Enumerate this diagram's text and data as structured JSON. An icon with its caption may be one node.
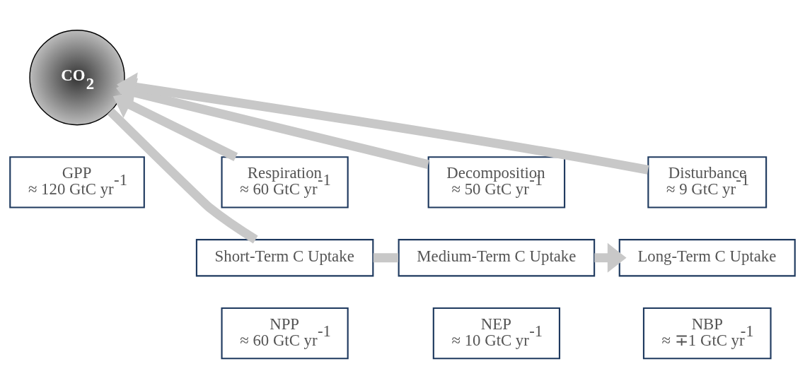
{
  "diagram": {
    "nodes": [
      {
        "text": [
          "CO$_{2}$"
        ]
      },
      {
        "text": [
          "GPP",
          "≈ 120 GtC yr$^{-1}$"
        ]
      },
      {
        "text": [
          "Respiration",
          "≈ 60 GtC yr$^{-1}$"
        ]
      },
      {
        "text": [
          "Decomposition",
          "≈ 50 GtC yr$^{-1}$"
        ]
      },
      {
        "text": [
          "Disturbance",
          "≈ 9 GtC yr$^{-1}$"
        ]
      },
      {
        "text": [
          "Short-Term C Uptake"
        ]
      },
      {
        "text": [
          "Medium-Term C Uptake"
        ]
      },
      {
        "text": [
          "Long-Term C Uptake"
        ]
      },
      {
        "text": [
          "NPP",
          "≈ 60 GtC yr$^{-1}$"
        ]
      },
      {
        "text": [
          "NEP",
          "≈ 10 GtC yr$^{-1}$"
        ]
      },
      {
        "text": [
          "NBP",
          "≈ ∓1 GtC yr$^{-1}$"
        ]
      }
    ],
    "edges": [
      {
        "from": 0,
        "to": 5,
        "arrow": "none"
      },
      {
        "from": 5,
        "to": 6,
        "arrow": "none"
      },
      {
        "from": 6,
        "to": 7,
        "arrow": "to"
      },
      {
        "from": 2,
        "to": 0,
        "arrow": "to"
      },
      {
        "from": 3,
        "to": 0,
        "arrow": "to"
      },
      {
        "from": 4,
        "to": 0,
        "arrow": "to"
      }
    ]
  }
}
